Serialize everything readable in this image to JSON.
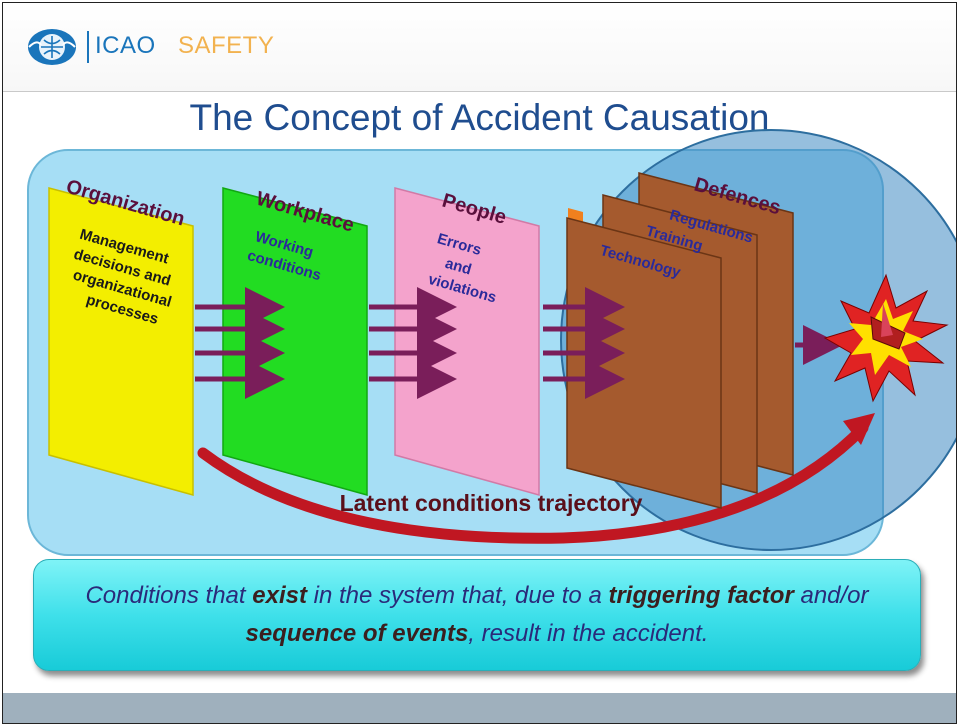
{
  "header": {
    "org_name": "ICAO",
    "section_name": "SAFETY",
    "logo_icon": "icao-emblem-icon"
  },
  "title": "The Concept of Accident Causation",
  "layers": [
    {
      "heading": "Organization",
      "body": [
        "Management",
        "decisions and",
        "organizational",
        "processes"
      ],
      "color": "#f3ee00"
    },
    {
      "heading": "Workplace",
      "body": [
        "Working",
        "conditions"
      ],
      "color": "#22dc22"
    },
    {
      "heading": "People",
      "body": [
        "Errors",
        "and",
        "violations"
      ],
      "color": "#f4a3cc"
    },
    {
      "heading": "Defences",
      "body": [
        "Regulations",
        "Training",
        "Technology"
      ],
      "color": "#a55a2e"
    }
  ],
  "trajectory_label": "Latent conditions trajectory",
  "accident_icon": "crash-explosion-icon",
  "caption": {
    "t1": "Conditions that ",
    "b1": "exist",
    "t2": " in the system that, due to a ",
    "b2": "triggering factor",
    "t3": " and/or ",
    "b3": "sequence of events",
    "t4": ", result in the accident."
  },
  "colors": {
    "title": "#1f4d8f",
    "org_name": "#1a75bb",
    "section_name": "#f2b24f",
    "arrow": "#7a1e5a",
    "trajectory": "#c01722",
    "caption_bg": "#3fe0ea"
  }
}
